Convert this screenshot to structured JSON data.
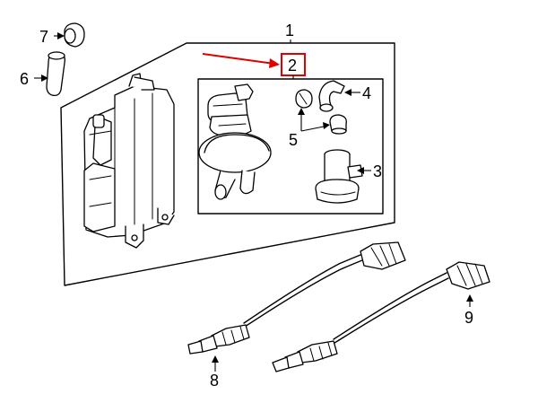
{
  "callouts": {
    "c1": "1",
    "c2": "2",
    "c3": "3",
    "c4": "4",
    "c5": "5",
    "c6": "6",
    "c7": "7",
    "c8": "8",
    "c9": "9"
  },
  "colors": {
    "highlight": "#e00000",
    "line": "#000000",
    "background": "#ffffff"
  }
}
